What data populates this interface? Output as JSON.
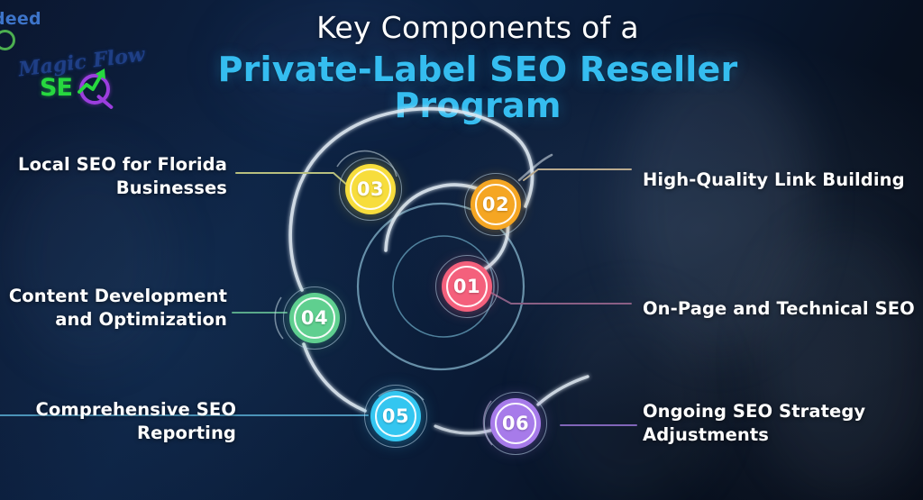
{
  "watermarks": {
    "indeed": "deed",
    "logo_script": "Magic Flow",
    "logo_se": "SE"
  },
  "title": {
    "line1": "Key Components of a",
    "line2": "Private-Label SEO Reseller Program"
  },
  "colors": {
    "background": "#0b1730",
    "title_accent": "#35bdf0",
    "spiral": "#dfe9f2",
    "node_01": "#f4607c",
    "node_02": "#f5a623",
    "node_03": "#f7dd3c",
    "node_04": "#5fcf8f",
    "node_05": "#34c6f0",
    "node_06": "#a77bea"
  },
  "chart_data": {
    "type": "diagram",
    "title": "Key Components of a Private-Label SEO Reseller Program",
    "layout": "spiral",
    "node_count": 6
  },
  "nodes": [
    {
      "id": "01",
      "number": "01",
      "label": "On-Page and Technical SEO",
      "side": "right",
      "color": "#f4607c",
      "connector_color": "#8a5f84"
    },
    {
      "id": "02",
      "number": "02",
      "label": "High-Quality Link Building",
      "side": "right",
      "color": "#f5a623",
      "connector_color": "#b9aa8e"
    },
    {
      "id": "03",
      "number": "03",
      "label": "Local SEO for Florida\nBusinesses",
      "side": "left",
      "color": "#f7dd3c",
      "connector_color": "#b8bf7e"
    },
    {
      "id": "04",
      "number": "04",
      "label": "Content Development\nand Optimization",
      "side": "left",
      "color": "#5fcf8f",
      "connector_color": "#5aa98a"
    },
    {
      "id": "05",
      "number": "05",
      "label": "Comprehensive SEO\nReporting",
      "side": "left",
      "color": "#34c6f0",
      "connector_color": "#4b93b8"
    },
    {
      "id": "06",
      "number": "06",
      "label": "Ongoing SEO Strategy\nAdjustments",
      "side": "right",
      "color": "#a77bea",
      "connector_color": "#8065b8"
    }
  ]
}
